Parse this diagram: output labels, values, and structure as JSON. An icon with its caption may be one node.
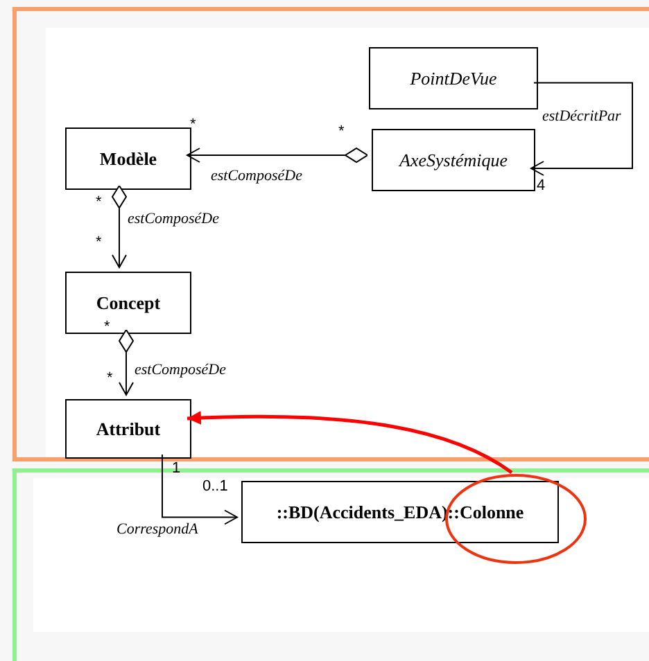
{
  "diagram": {
    "nodes": [
      {
        "text": [],
        "shape": "box"
      },
      {
        "text": [],
        "shape": "box"
      },
      {
        "text": [
          "PointDeVue"
        ],
        "in": 0
      },
      {
        "text": [
          "Modèle"
        ],
        "in": 0
      },
      {
        "text": [
          "AxeSystémique"
        ],
        "in": 0
      },
      {
        "text": [
          "Concept"
        ],
        "in": 0
      },
      {
        "text": [
          "Attribut"
        ],
        "in": 0
      },
      {
        "text": [
          "::BD(Accidents_EDA)::Colonne"
        ],
        "in": 1
      },
      {
        "text": [],
        "shape": "circle",
        "in": 1
      }
    ],
    "edges": [
      {
        "from": 2,
        "to": 4,
        "arrow": "to",
        "label": "estDécritPar"
      },
      {
        "from": 4,
        "to": 3,
        "arrow": "to",
        "label": "estComposéDe"
      },
      {
        "from": 3,
        "to": 5,
        "arrow": "to",
        "label": "estComposéDe"
      },
      {
        "from": 5,
        "to": 6,
        "arrow": "to",
        "label": "estComposéDe"
      },
      {
        "from": 6,
        "to": 7,
        "arrow": "to",
        "label": "CorrespondA"
      },
      {
        "from": 8,
        "to": 6,
        "arrow": "to",
        "color": "#ff0000",
        "style": "thick"
      }
    ],
    "labels": [
      "*",
      "*",
      "4",
      "*",
      "*",
      "*",
      "*",
      "1",
      "0..1"
    ]
  }
}
